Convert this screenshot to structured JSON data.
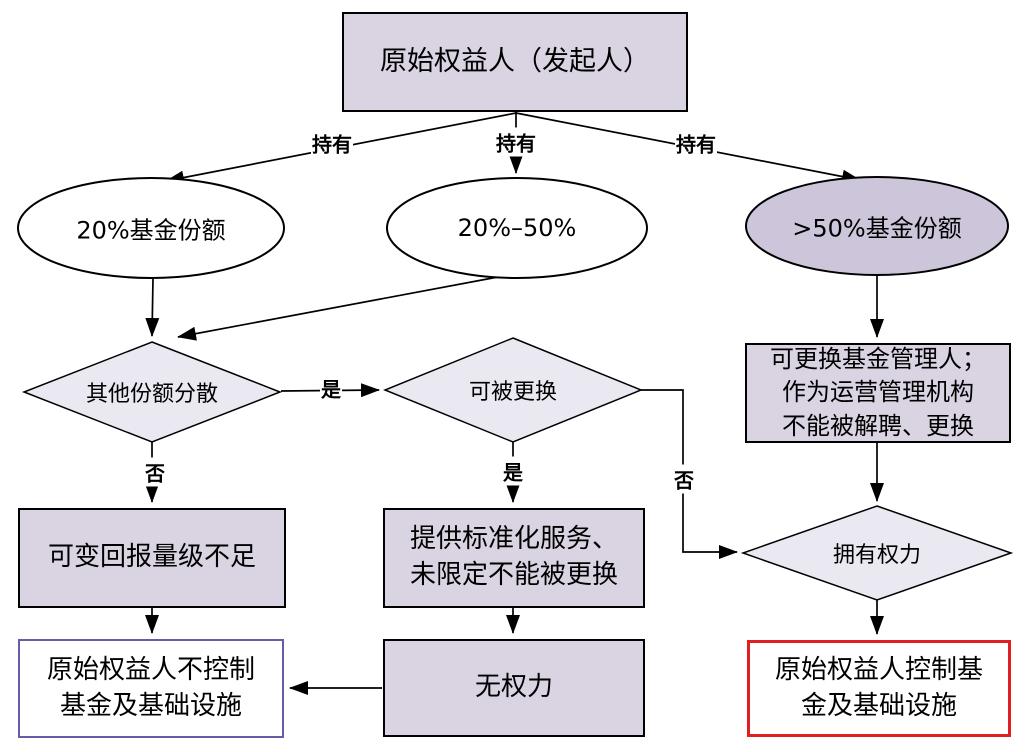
{
  "diagram": {
    "nodes": {
      "originator": {
        "label": "原始权益人（发起人）"
      },
      "hold_lt20": {
        "label": "20%基金份额"
      },
      "hold_20_50": {
        "label": "20%–50%"
      },
      "hold_gt50": {
        "label": ">50%基金份额"
      },
      "dispersed": {
        "label": "其他份额分散"
      },
      "replaceable": {
        "label": "可被更换"
      },
      "manager": {
        "lines": [
          "可更换基金管理人；",
          "作为运营管理机构",
          "不能被解聘、更换"
        ]
      },
      "has_power": {
        "label": "拥有权力"
      },
      "variable_return": {
        "label": "可变回报量级不足"
      },
      "standardized": {
        "lines": [
          "提供标准化服务、",
          "未限定不能被更换"
        ]
      },
      "no_power": {
        "label": "无权力"
      },
      "not_control": {
        "lines": [
          "原始权益人不控制",
          "基金及基础设施"
        ]
      },
      "control": {
        "lines": [
          "原始权益人控制基",
          "金及基础设施"
        ]
      }
    },
    "edge_labels": {
      "hold_left": "持有",
      "hold_middle": "持有",
      "hold_right": "持有",
      "yes_dispersed": "是",
      "no_dispersed": "否",
      "yes_replaceable": "是",
      "no_replaceable": "否"
    },
    "colors": {
      "box_fill": "#d9d3e2",
      "ellipse_fill_light": "#ffffff",
      "ellipse_fill_dark": "#cdc6db",
      "diamond_fill": "#eae8f1",
      "outline": "#000000",
      "no_control_border": "#6a5aa8",
      "control_border": "#e02020"
    }
  }
}
